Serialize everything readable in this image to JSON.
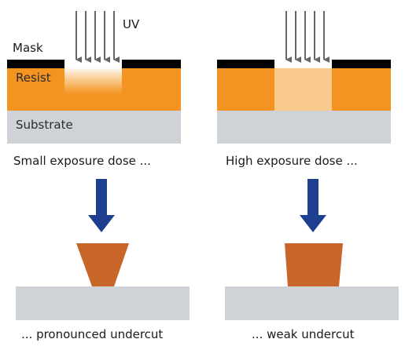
{
  "labels": {
    "mask": "Mask",
    "uv": "UV",
    "resist": "Resist",
    "substrate": "Substrate",
    "left_caption": "Small exposure dose ...",
    "right_caption": "High exposure dose ...",
    "left_result": "... pronounced undercut",
    "right_result": "... weak undercut"
  },
  "colors": {
    "resist": "#f39321",
    "resist_exposed_high": "#f9c98e",
    "developed_resist": "#c8662a",
    "substrate": "#cfd2d7",
    "mask": "#000000",
    "uv_arrow": "#666666",
    "process_arrow": "#1e3f8f"
  }
}
